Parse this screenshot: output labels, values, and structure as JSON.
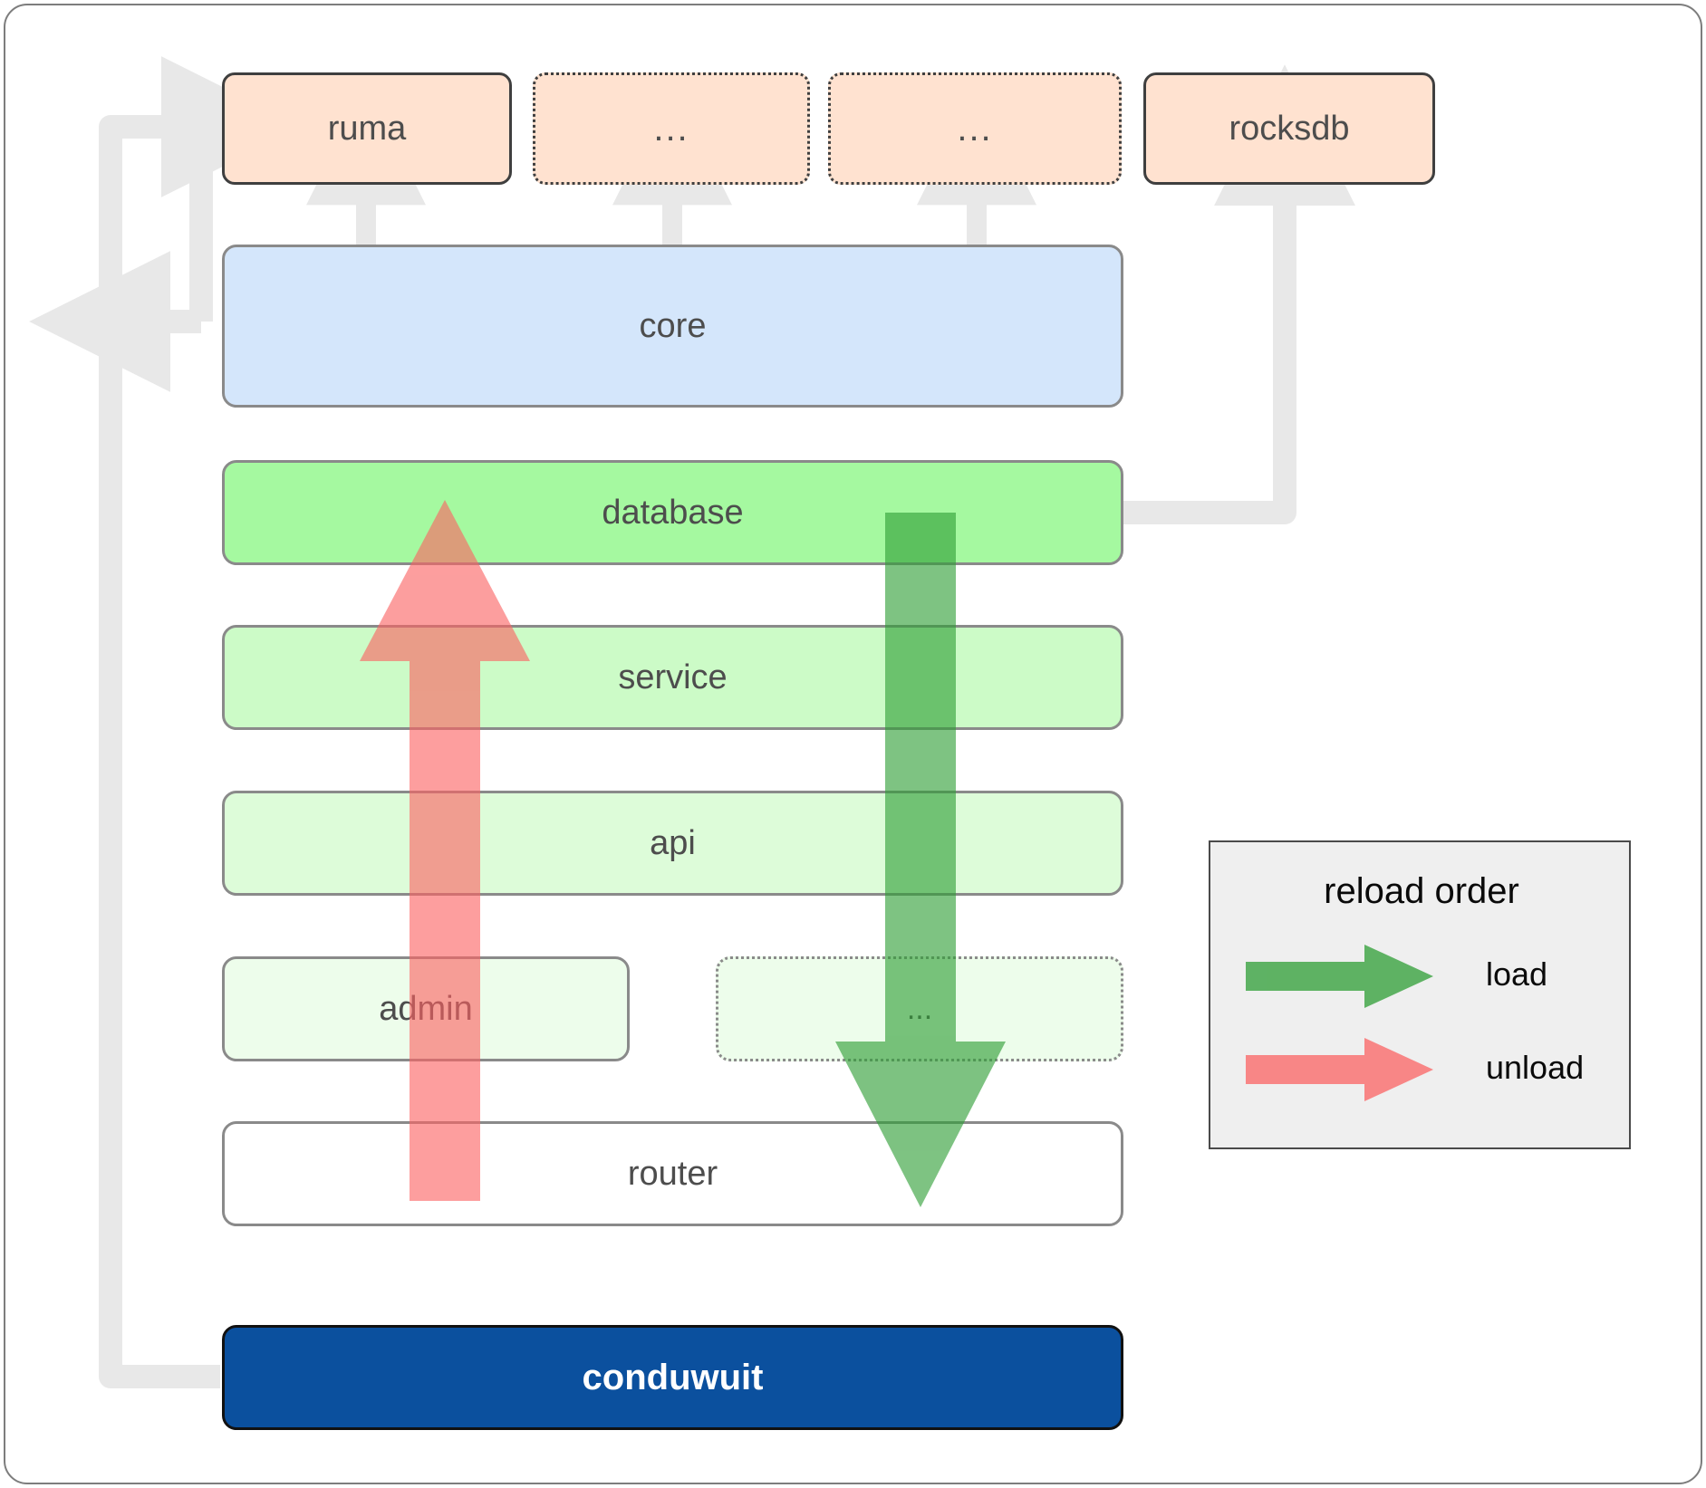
{
  "diagram": {
    "title": "conduwuit crate architecture / reload order",
    "colors": {
      "dependency_fill": "#ffe2d0",
      "dependency_stroke": "#3f3f3f",
      "core_fill": "#d4e6fb",
      "database_fill": "#a5f9a0",
      "service_fill": "#ccfbc7",
      "api_fill": "#ddfcd9",
      "admin_fill": "#edfdeb",
      "router_fill": "#ffffff",
      "conduwuit_fill": "#0b509e",
      "conduwuit_text": "#ffffff",
      "load_arrow": "#4caf50",
      "unload_arrow": "#f98282",
      "connector_gray": "#e8e8e8",
      "node_stroke": "#8a8a8a",
      "frame_stroke": "#7d7d7d",
      "legend_fill": "#efefef"
    },
    "dependencies": [
      {
        "label": "ruma",
        "style": "solid"
      },
      {
        "label": "...",
        "style": "dotted"
      },
      {
        "label": "...",
        "style": "dotted"
      },
      {
        "label": "rocksdb",
        "style": "solid"
      }
    ],
    "crates": [
      {
        "label": "core",
        "style": "solid"
      },
      {
        "label": "database",
        "style": "solid"
      },
      {
        "label": "service",
        "style": "solid"
      },
      {
        "label": "api",
        "style": "solid"
      },
      {
        "label": "admin",
        "style": "solid"
      },
      {
        "label": "...",
        "style": "dotted"
      },
      {
        "label": "router",
        "style": "solid"
      }
    ],
    "binary": {
      "label": "conduwuit"
    },
    "legend": {
      "title": "reload order",
      "items": [
        {
          "label": "load",
          "color": "#4caf50"
        },
        {
          "label": "unload",
          "color": "#f98282"
        }
      ]
    }
  }
}
